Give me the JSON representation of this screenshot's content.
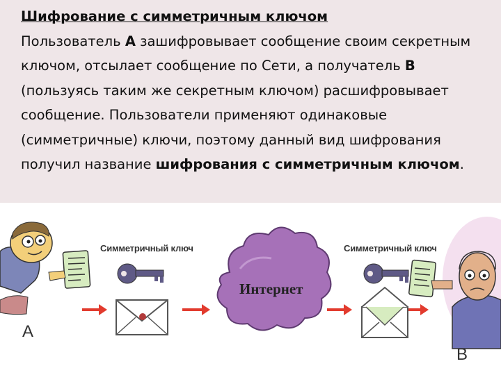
{
  "text": {
    "heading": "Шифрование с симметричным ключом",
    "p1": "Пользователь ",
    "user_a": "А",
    "p2": " зашифровывает сообщение своим секретным ключом, отсылает сообщение по Сети, а получатель ",
    "user_b": "В",
    "p3": " (пользуясь таким же секретным ключом) расшифровывает сообщение. Пользователи применяют одинаковые (симметричные) ключи, поэтому данный вид шифрования получил название ",
    "term": "шифрования с симметричным ключом",
    "end": "."
  },
  "diagram": {
    "left_key_label": "Симметричный ключ",
    "right_key_label": "Симметричный ключ",
    "cloud_label": "Интернет",
    "sender_label": "А",
    "receiver_label": "В",
    "colors": {
      "cloud": "#a671b8",
      "arrow": "#e23b2e",
      "key": "#5f5a86",
      "envelope": "#ffffff",
      "background_panel": "#efe6e8"
    }
  }
}
